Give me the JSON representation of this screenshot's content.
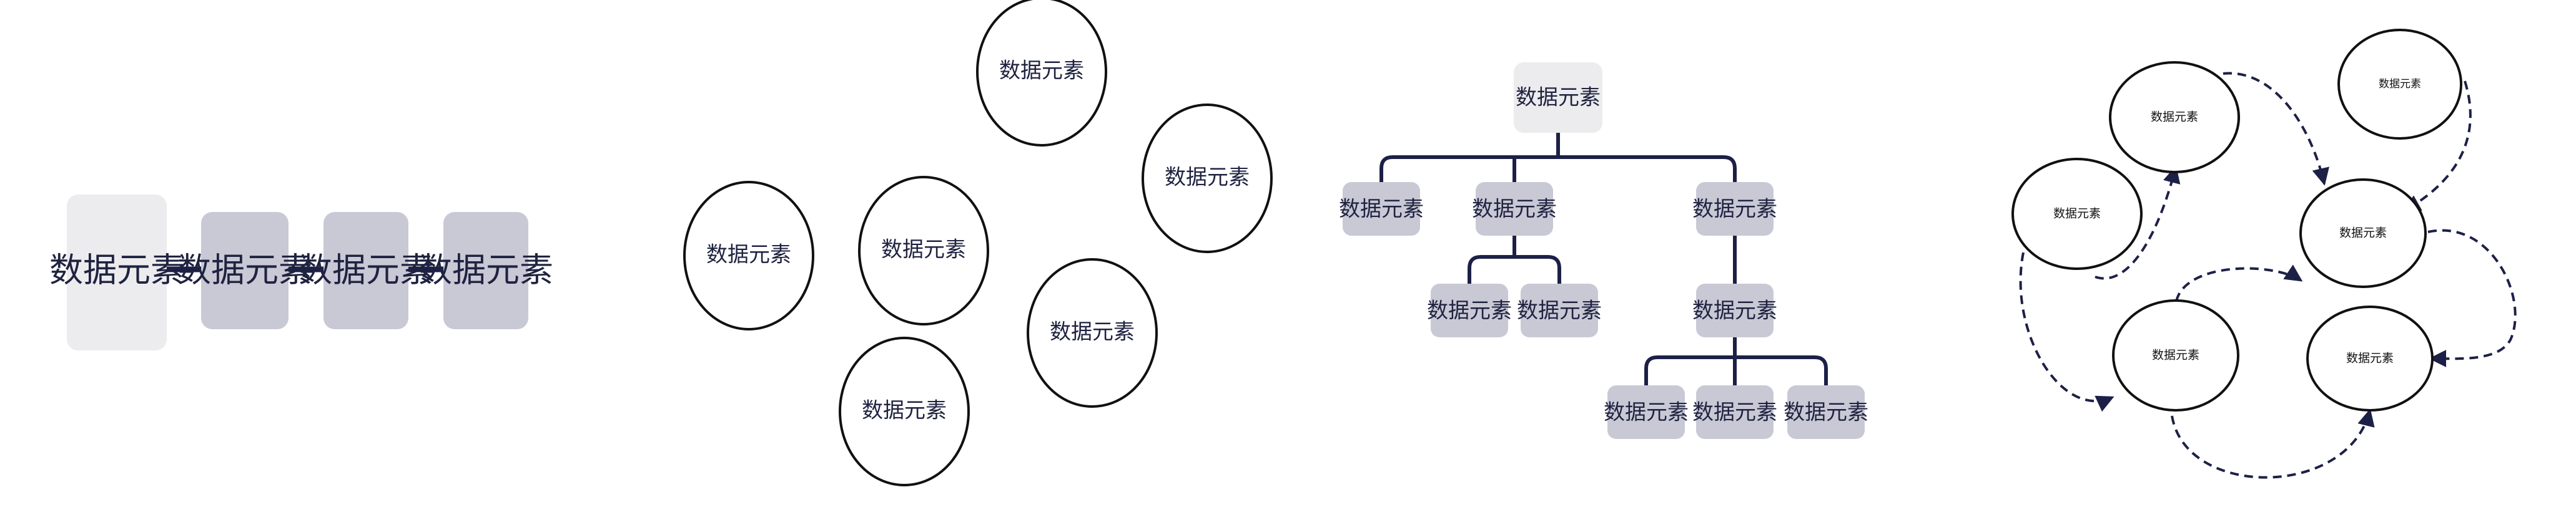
{
  "diagrams": {
    "chain": {
      "nodes": [
        {
          "label": "数据元素",
          "fill": "#ecebee"
        },
        {
          "label": "数据元素",
          "fill": "#c8c9d5"
        },
        {
          "label": "数据元素",
          "fill": "#c8c9d5"
        },
        {
          "label": "数据元素",
          "fill": "#c8c9d5"
        }
      ],
      "connector_color": "#1d2046"
    },
    "set": {
      "nodes": [
        {
          "label": "数据元素"
        },
        {
          "label": "数据元素"
        },
        {
          "label": "数据元素"
        },
        {
          "label": "数据元素"
        },
        {
          "label": "数据元素"
        },
        {
          "label": "数据元素"
        }
      ]
    },
    "tree": {
      "root": {
        "label": "数据元素",
        "fill": "#ecebee"
      },
      "nodes": [
        {
          "label": "数据元素"
        },
        {
          "label": "数据元素"
        },
        {
          "label": "数据元素"
        },
        {
          "label": "数据元素"
        },
        {
          "label": "数据元素"
        },
        {
          "label": "数据元素"
        },
        {
          "label": "数据元素"
        },
        {
          "label": "数据元素"
        },
        {
          "label": "数据元素"
        }
      ],
      "node_fill": "#c8c9d5",
      "edge_color": "#1d2046"
    },
    "graph": {
      "nodes": [
        {
          "label": "数据元素"
        },
        {
          "label": "数据元素"
        },
        {
          "label": "数据元素"
        },
        {
          "label": "数据元素"
        },
        {
          "label": "数据元素"
        },
        {
          "label": "数据元素"
        }
      ],
      "edge_color": "#1d2046",
      "edge_style": "dashed"
    }
  }
}
